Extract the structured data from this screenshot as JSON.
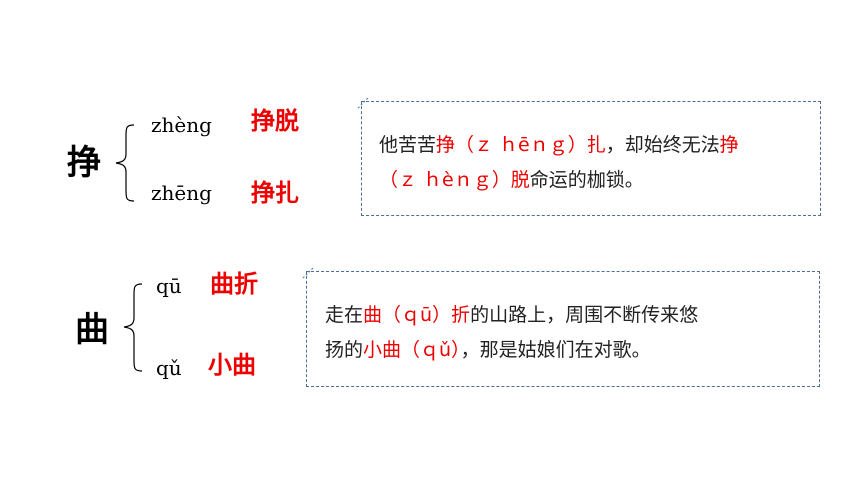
{
  "groups": [
    {
      "char": "挣",
      "readings": [
        {
          "pinyin": "zhèng",
          "word": "挣脱"
        },
        {
          "pinyin": "zhēng",
          "word": "挣扎"
        }
      ],
      "sentence": {
        "line1": [
          {
            "t": "他苦苦",
            "red": false
          },
          {
            "t": "挣（ｚ ｈēｎｇ）扎",
            "red": true
          },
          {
            "t": "，却始终无法",
            "red": false
          },
          {
            "t": "挣",
            "red": true
          }
        ],
        "line2": [
          {
            "t": "（ｚ ｈèｎｇ）脱",
            "red": true
          },
          {
            "t": "命运的枷锁。",
            "red": false
          }
        ]
      }
    },
    {
      "char": "曲",
      "readings": [
        {
          "pinyin": "qū",
          "word": "曲折"
        },
        {
          "pinyin": "qǔ",
          "word": "小曲"
        }
      ],
      "sentence": {
        "line1": [
          {
            "t": "走在",
            "red": false
          },
          {
            "t": "曲（ｑū）折",
            "red": true
          },
          {
            "t": "的山路上，周围不断传来悠",
            "red": false
          }
        ],
        "line2": [
          {
            "t": "扬的",
            "red": false
          },
          {
            "t": "小曲（ｑǔ）",
            "red": true
          },
          {
            "t": "，那是姑娘们在对歌。",
            "red": false
          }
        ]
      }
    }
  ],
  "colors": {
    "red": "#ee0000",
    "border": "#4b6e9a",
    "text": "#222222"
  }
}
